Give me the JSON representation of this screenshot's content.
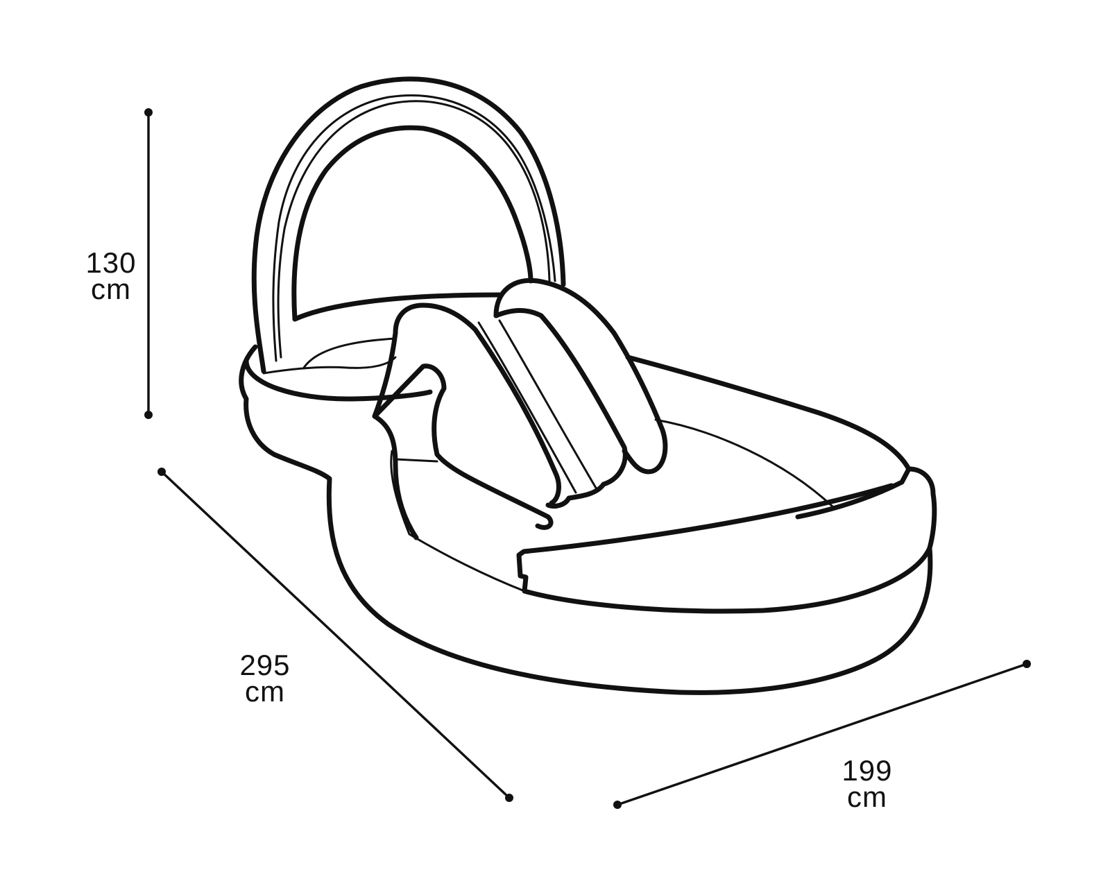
{
  "dimensions": {
    "height": {
      "value": "130",
      "unit": "cm"
    },
    "length": {
      "value": "295",
      "unit": "cm"
    },
    "width": {
      "value": "199",
      "unit": "cm"
    }
  },
  "colors": {
    "line": "#111111",
    "background": "#ffffff"
  }
}
